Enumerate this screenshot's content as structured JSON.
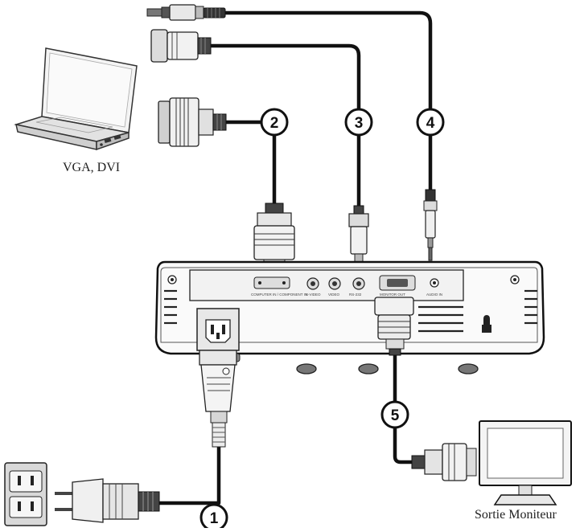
{
  "diagram": {
    "captions": {
      "laptop": "VGA, DVI",
      "monitor": "Sortie Moniteur"
    },
    "cables": [
      {
        "number": "1"
      },
      {
        "number": "2"
      },
      {
        "number": "3"
      },
      {
        "number": "4"
      },
      {
        "number": "5"
      }
    ],
    "ports": [
      "COMPUTER IN / COMPONENT IN",
      "S-VIDEO",
      "VIDEO",
      "RS-232",
      "MONITOR OUT",
      "AUDIO IN"
    ]
  }
}
